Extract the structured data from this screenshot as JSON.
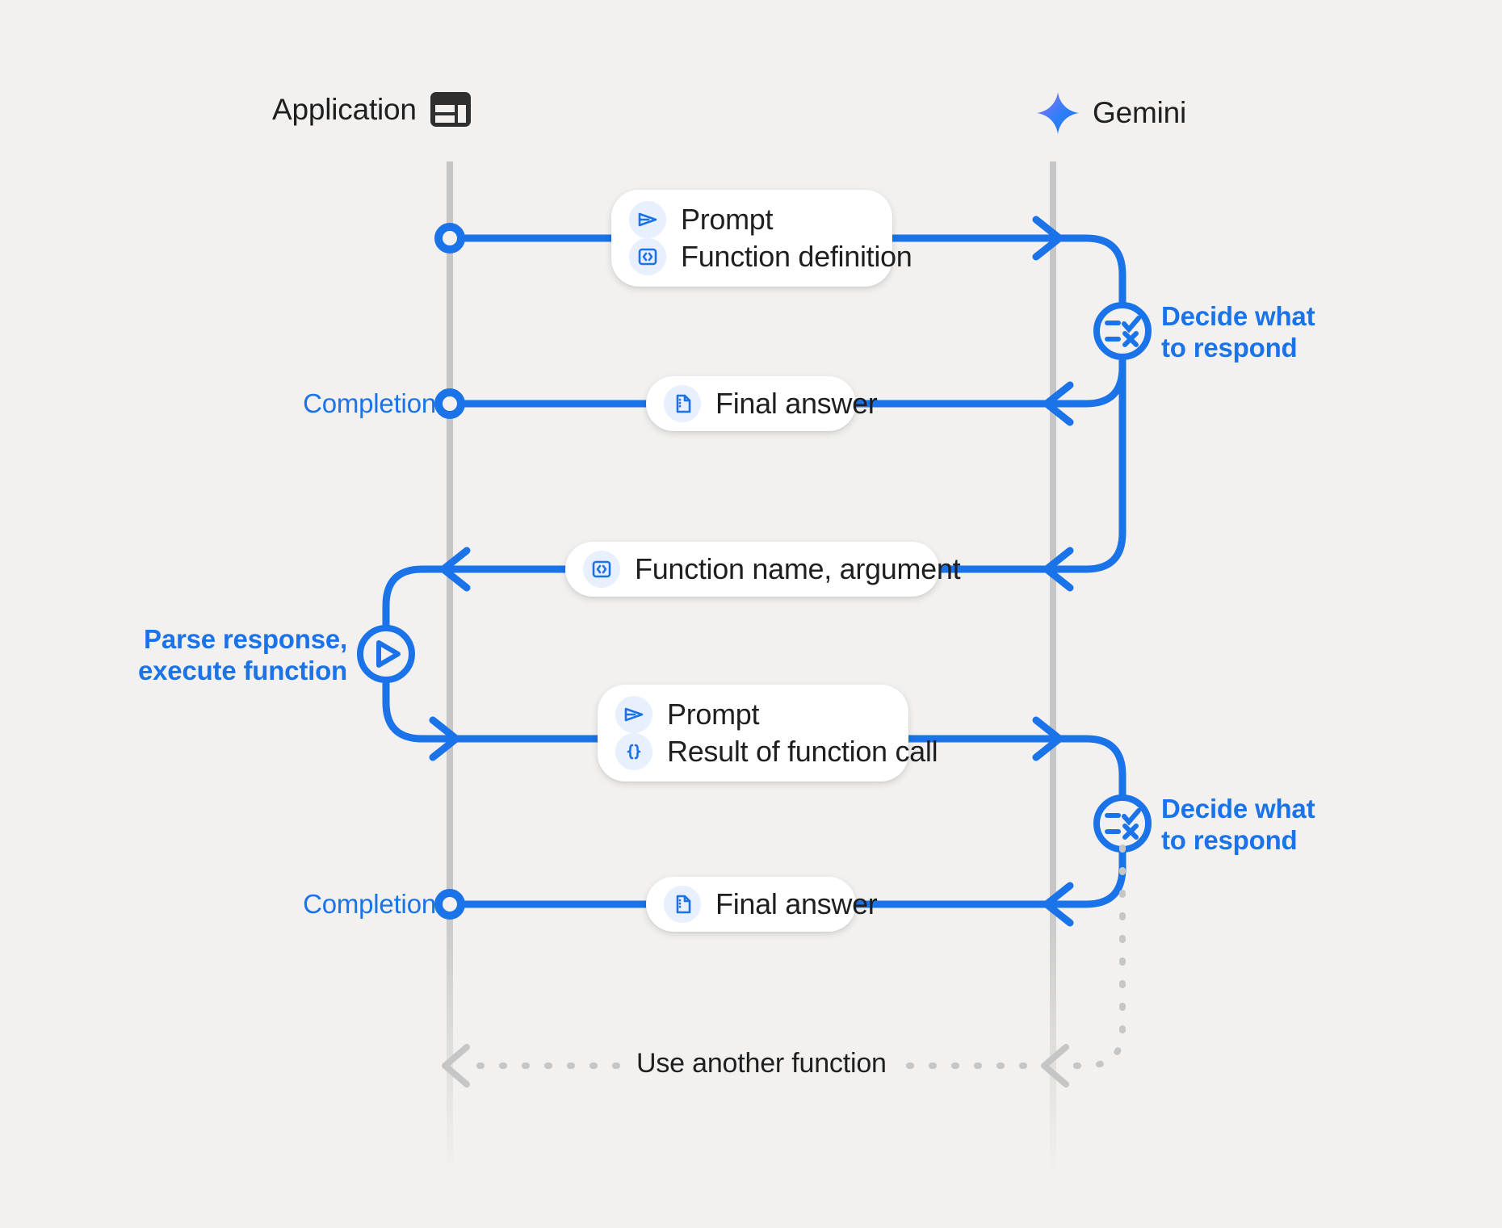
{
  "theme": {
    "background": "#f2f1ef",
    "accent_blue": "#1a73e8",
    "lifeline_gray": "#c6c6c6",
    "text_dark": "#1f1f1f",
    "chip_bg": "#ffffff",
    "badge_bg": "#e8effd",
    "gemini_gradient_from": "#9b72f2",
    "gemini_gradient_to": "#1a73e8"
  },
  "actors": [
    {
      "id": "application",
      "label": "Application",
      "icon": "app-layout-icon"
    },
    {
      "id": "gemini",
      "label": "Gemini",
      "icon": "gemini-sparkle-icon"
    }
  ],
  "messages": [
    {
      "id": "request-1",
      "direction": "app-to-gemini",
      "items": [
        {
          "icon": "send-triangle-icon",
          "text": "Prompt"
        },
        {
          "icon": "code-brackets-box-icon",
          "text": "Function definition"
        }
      ]
    },
    {
      "id": "completion-1",
      "direction": "gemini-to-app",
      "items": [
        {
          "icon": "document-icon",
          "text": "Final answer"
        }
      ]
    },
    {
      "id": "function-call",
      "direction": "gemini-to-app",
      "items": [
        {
          "icon": "code-brackets-box-icon",
          "text": "Function name,  argument"
        }
      ]
    },
    {
      "id": "request-2",
      "direction": "app-to-gemini",
      "items": [
        {
          "icon": "send-triangle-icon",
          "text": "Prompt"
        },
        {
          "icon": "curly-braces-icon",
          "text": "Result of function call"
        }
      ]
    },
    {
      "id": "completion-2",
      "direction": "gemini-to-app",
      "items": [
        {
          "icon": "document-icon",
          "text": "Final answer"
        }
      ]
    }
  ],
  "captions": {
    "completion_1": "Completion",
    "completion_2": "Completion",
    "decide_1": "Decide what\nto respond",
    "decide_2": "Decide what\nto respond",
    "parse_execute": "Parse response,\nexecute function"
  },
  "process_nodes": [
    {
      "id": "decide-1",
      "icon": "decision-checklist-icon",
      "label": "Decide what\nto respond"
    },
    {
      "id": "parse-execute",
      "icon": "play-circle-icon",
      "label": "Parse response,\nexecute function"
    },
    {
      "id": "decide-2",
      "icon": "decision-checklist-icon",
      "label": "Decide what\nto respond"
    }
  ],
  "loop": {
    "label": "Use another function",
    "style": "dashed",
    "color": "#c6c6c6"
  }
}
